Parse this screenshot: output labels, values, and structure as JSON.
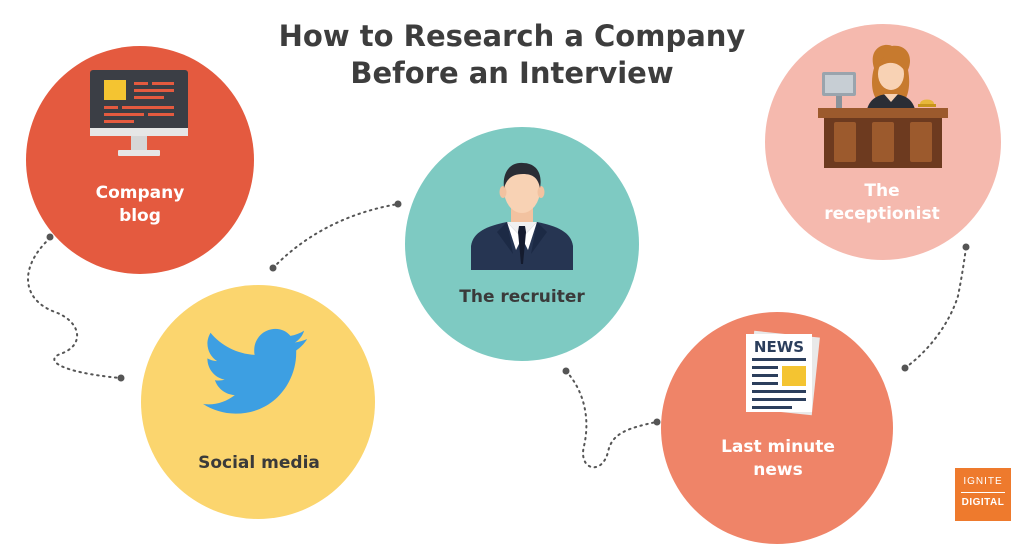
{
  "title": {
    "line1": "How to Research a Company",
    "line2": "Before an Interview"
  },
  "nodes": [
    {
      "id": "company-blog",
      "line1": "Company",
      "line2": "blog",
      "icon": "monitor-icon",
      "color": "#e45a3f"
    },
    {
      "id": "social-media",
      "line1": "Social media",
      "line2": "",
      "icon": "twitter-bird-icon",
      "color": "#fbd56e"
    },
    {
      "id": "recruiter",
      "line1": "The recruiter",
      "line2": "",
      "icon": "recruiter-person-icon",
      "color": "#7ecac2"
    },
    {
      "id": "last-minute-news",
      "line1": "Last minute",
      "line2": "news",
      "icon": "newspaper-icon",
      "color": "#ef8468"
    },
    {
      "id": "receptionist",
      "line1": "The",
      "line2": "receptionist",
      "icon": "receptionist-icon",
      "color": "#f5b9ae"
    }
  ],
  "icons": {
    "newspaper_header": "NEWS"
  },
  "logo": {
    "line1": "IGNITE",
    "line2": "DIGITAL",
    "color": "#ee7a2d"
  }
}
